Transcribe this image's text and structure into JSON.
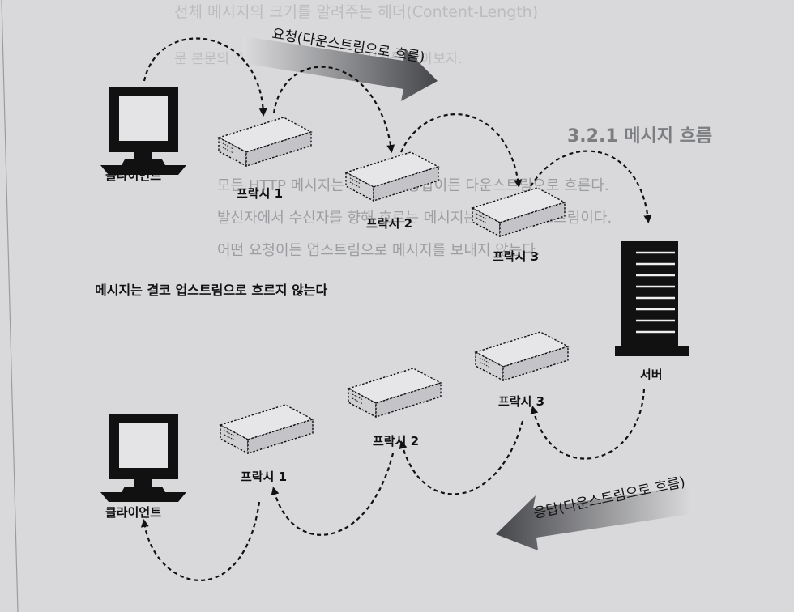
{
  "background_text": {
    "line1": "전체 메시지의 크기를 알려주는 헤더(Content-Length)",
    "line2": "문 본문의 크기를 설명한다. 이 메시지를 찾아보자.",
    "heading": "3.2.1 메시지 흐름",
    "body_lines": [
      "모든 HTTP 메시지는 요청이든 응답이든 다운스트림으로 흐른다.",
      "발신자에서 수신자를 향해 흐르는 메시지는 모두 다운스트림이다.",
      "어떤 요청이든 업스트림으로 메시지를 보내지 않는다."
    ]
  },
  "labels": {
    "request_arrow": "요청(다운스트림으로 흐름)",
    "response_arrow": "응답(다운스트림으로 흐름)",
    "no_upstream": "메시지는 결코 업스트림으로 흐르지 않는다",
    "client_top": "클라이언트",
    "client_bottom": "클라이언트",
    "proxy1_top": "프락시 1",
    "proxy2_top": "프락시 2",
    "proxy3_top": "프락시 3",
    "proxy1_bottom": "프락시 1",
    "proxy2_bottom": "프락시 2",
    "proxy3_bottom": "프락시 3",
    "server": "서버"
  },
  "colors": {
    "ink": "#111111",
    "page": "#d9d9db",
    "arrow_dark": "#4a4b4e",
    "arrow_light": "#d4d4d6"
  },
  "icons": {
    "client": "computer-monitor-icon",
    "proxy": "proxy-box-icon",
    "server": "server-tower-icon"
  }
}
